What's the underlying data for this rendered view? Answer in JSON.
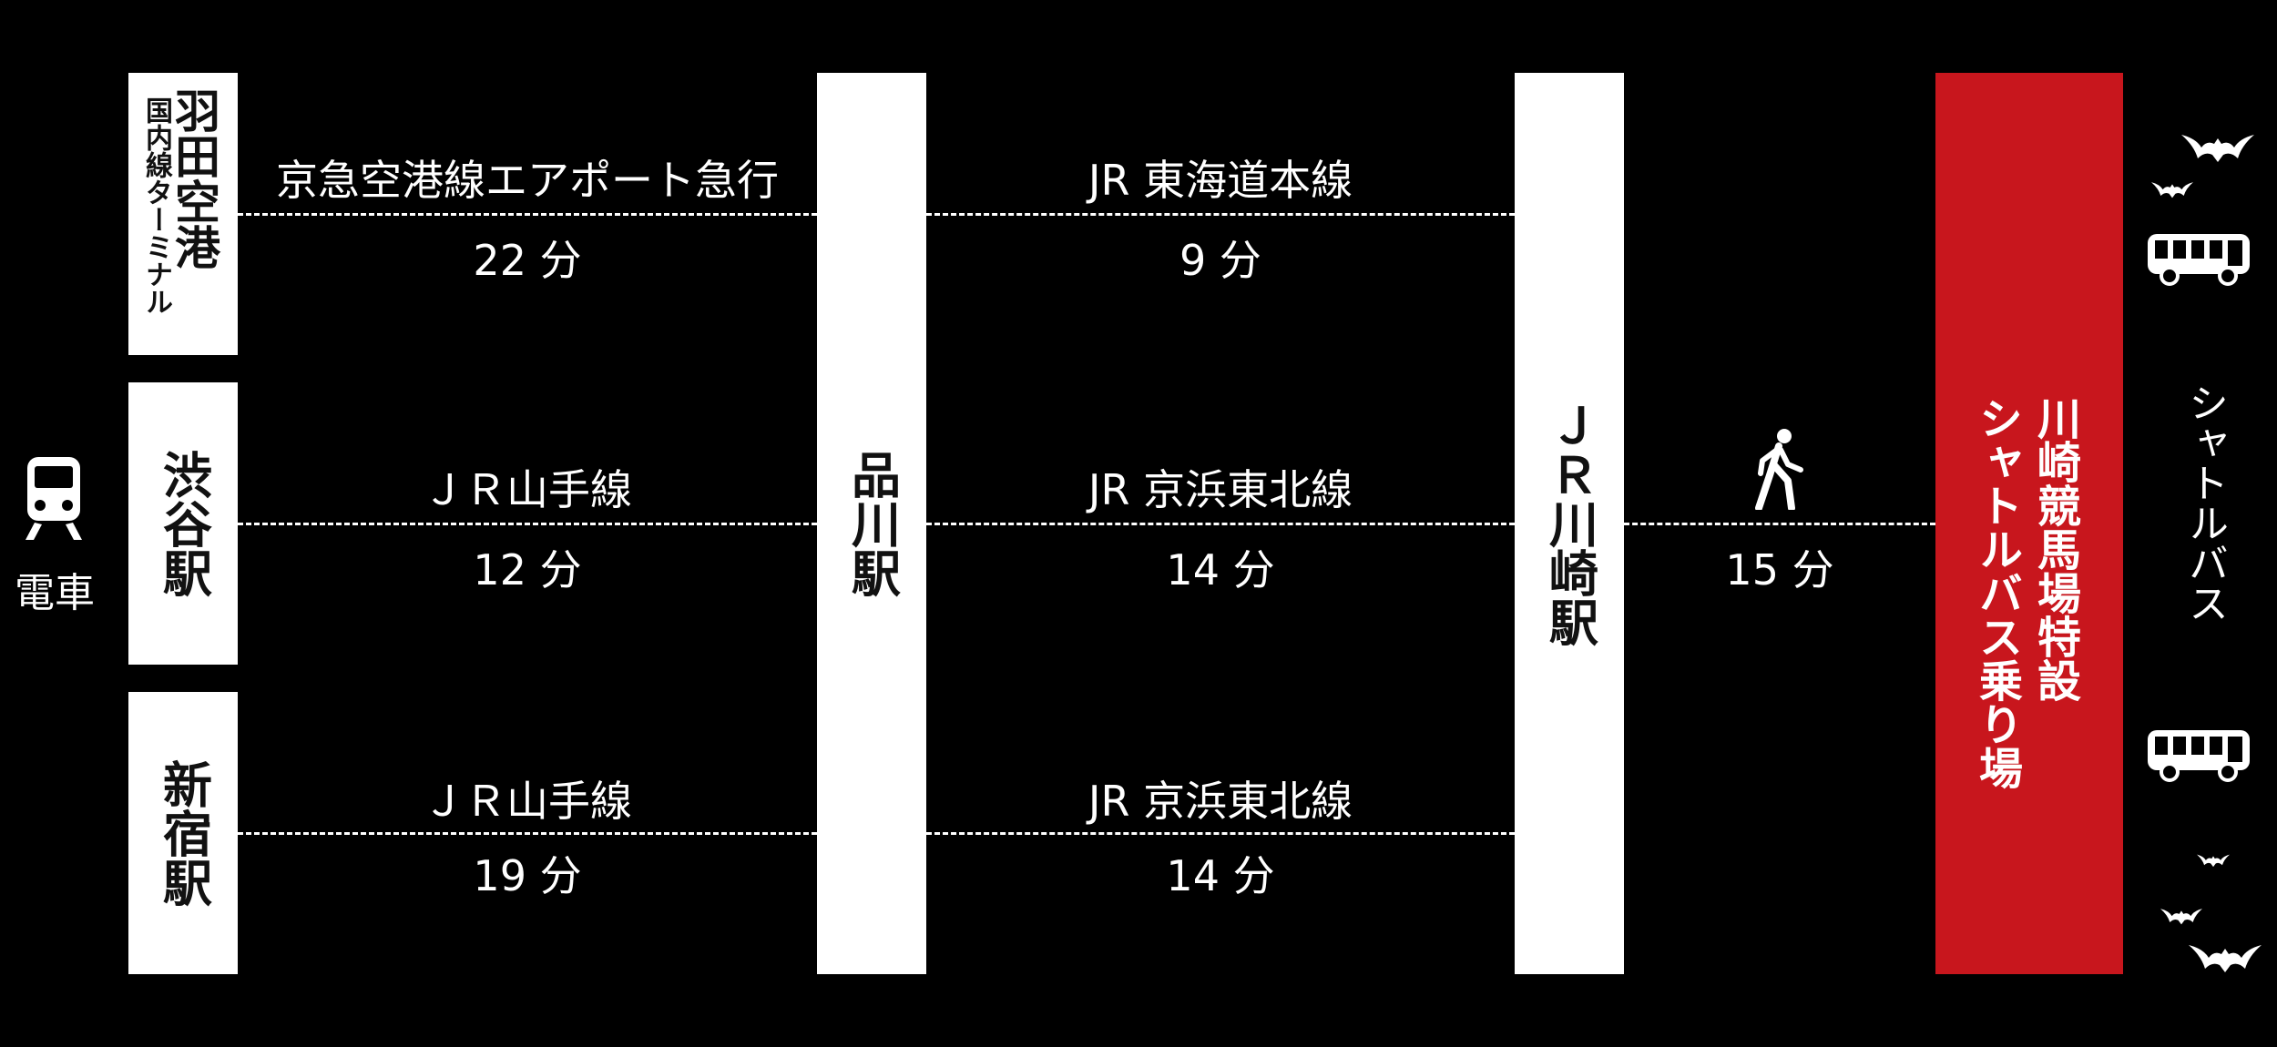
{
  "train_label": "電車",
  "shuttle_label": "シャトルバス",
  "origins": {
    "haneda_title": "羽田空港",
    "haneda_sub": "国内線ターミナル",
    "shibuya": "渋谷駅",
    "shinjuku": "新宿駅"
  },
  "stations": {
    "shinagawa": "品川駅",
    "kawasaki_prefix": "ＪＲ",
    "kawasaki": "川崎駅"
  },
  "destination": {
    "line1": "川崎競馬場特設",
    "line2": "シャトルバス乗り場"
  },
  "legs": {
    "haneda_line": "京急空港線エアポート急行",
    "haneda_time": "22 分",
    "tokaido_line": "JR 東海道本線",
    "tokaido_time": "9 分",
    "shibuya_line": "ＪＲ山手線",
    "shibuya_time": "12 分",
    "keihin_line_1": "JR 京浜東北線",
    "keihin_time_1": "14 分",
    "walk_time": "15 分",
    "shinjuku_line": "ＪＲ山手線",
    "shinjuku_time": "19 分",
    "keihin_line_2": "JR 京浜東北線",
    "keihin_time_2": "14 分"
  },
  "icons": [
    "train-icon",
    "walking-person-icon",
    "bus-icon",
    "bat-icon"
  ],
  "colors": {
    "background": "#000000",
    "box": "#ffffff",
    "destination": "#c8161d"
  }
}
